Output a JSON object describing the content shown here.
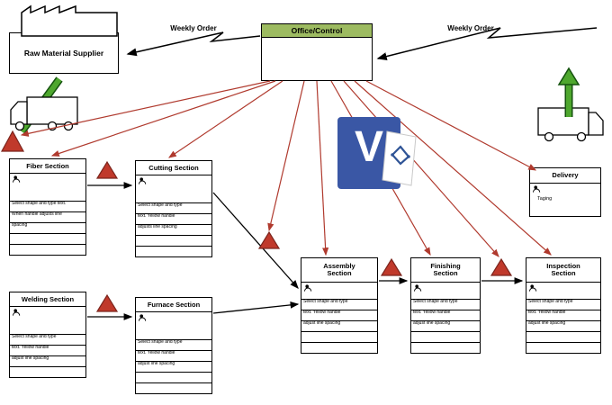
{
  "colors": {
    "office_header_green": "#9DBB61",
    "flow_arrow_green": "#4EA72E",
    "control_line_red": "#B03A2E",
    "inventory_triangle_red": "#C0392B",
    "visio_blue": "#3A57A5"
  },
  "header": {
    "supplier_label": "Raw Material Supplier",
    "office_label": "Office/Control",
    "weekly_order_left": "Weekly Order",
    "weekly_order_right": "Weekly Order"
  },
  "visio_logo": {
    "letter": "V"
  },
  "delivery": {
    "title": "Delivery",
    "note": "Taging"
  },
  "processes": [
    {
      "title": "Fiber Section",
      "rows": [
        "Select shape and type text.",
        "When handle adjusts line",
        "spacing",
        "",
        ""
      ]
    },
    {
      "title": "Cutting Section",
      "rows": [
        "Select shape and type",
        "text. Yellow handle",
        "adjusts line spacing",
        "",
        ""
      ]
    },
    {
      "title": "Welding Section",
      "rows": [
        "Select shape and type",
        "text. Yellow handle",
        "adjust line spacing",
        "",
        ""
      ]
    },
    {
      "title": "Furnace Section",
      "rows": [
        "Select shape and type",
        "text. Yellow handle",
        "adjust line spacing",
        "",
        ""
      ]
    },
    {
      "title": "Assembly Section",
      "rows": [
        "Select shape and type",
        "text. Yellow handle",
        "adjust line spacing",
        "",
        ""
      ]
    },
    {
      "title": "Finishing Section",
      "rows": [
        "Select shape and type",
        "text. Yellow handle",
        "adjust line spacing",
        "",
        ""
      ]
    },
    {
      "title": "Inspection Section",
      "rows": [
        "Select shape and type",
        "text. Yellow handle",
        "adjust line spacing",
        "",
        ""
      ]
    }
  ],
  "icons": {
    "supplier": "factory-icon",
    "inbound_shipment": "truck-icon",
    "outbound_shipment": "truck-icon",
    "operator": "operator-icon",
    "inventory": "inventory-triangle-icon",
    "logo": "visio-logo"
  }
}
